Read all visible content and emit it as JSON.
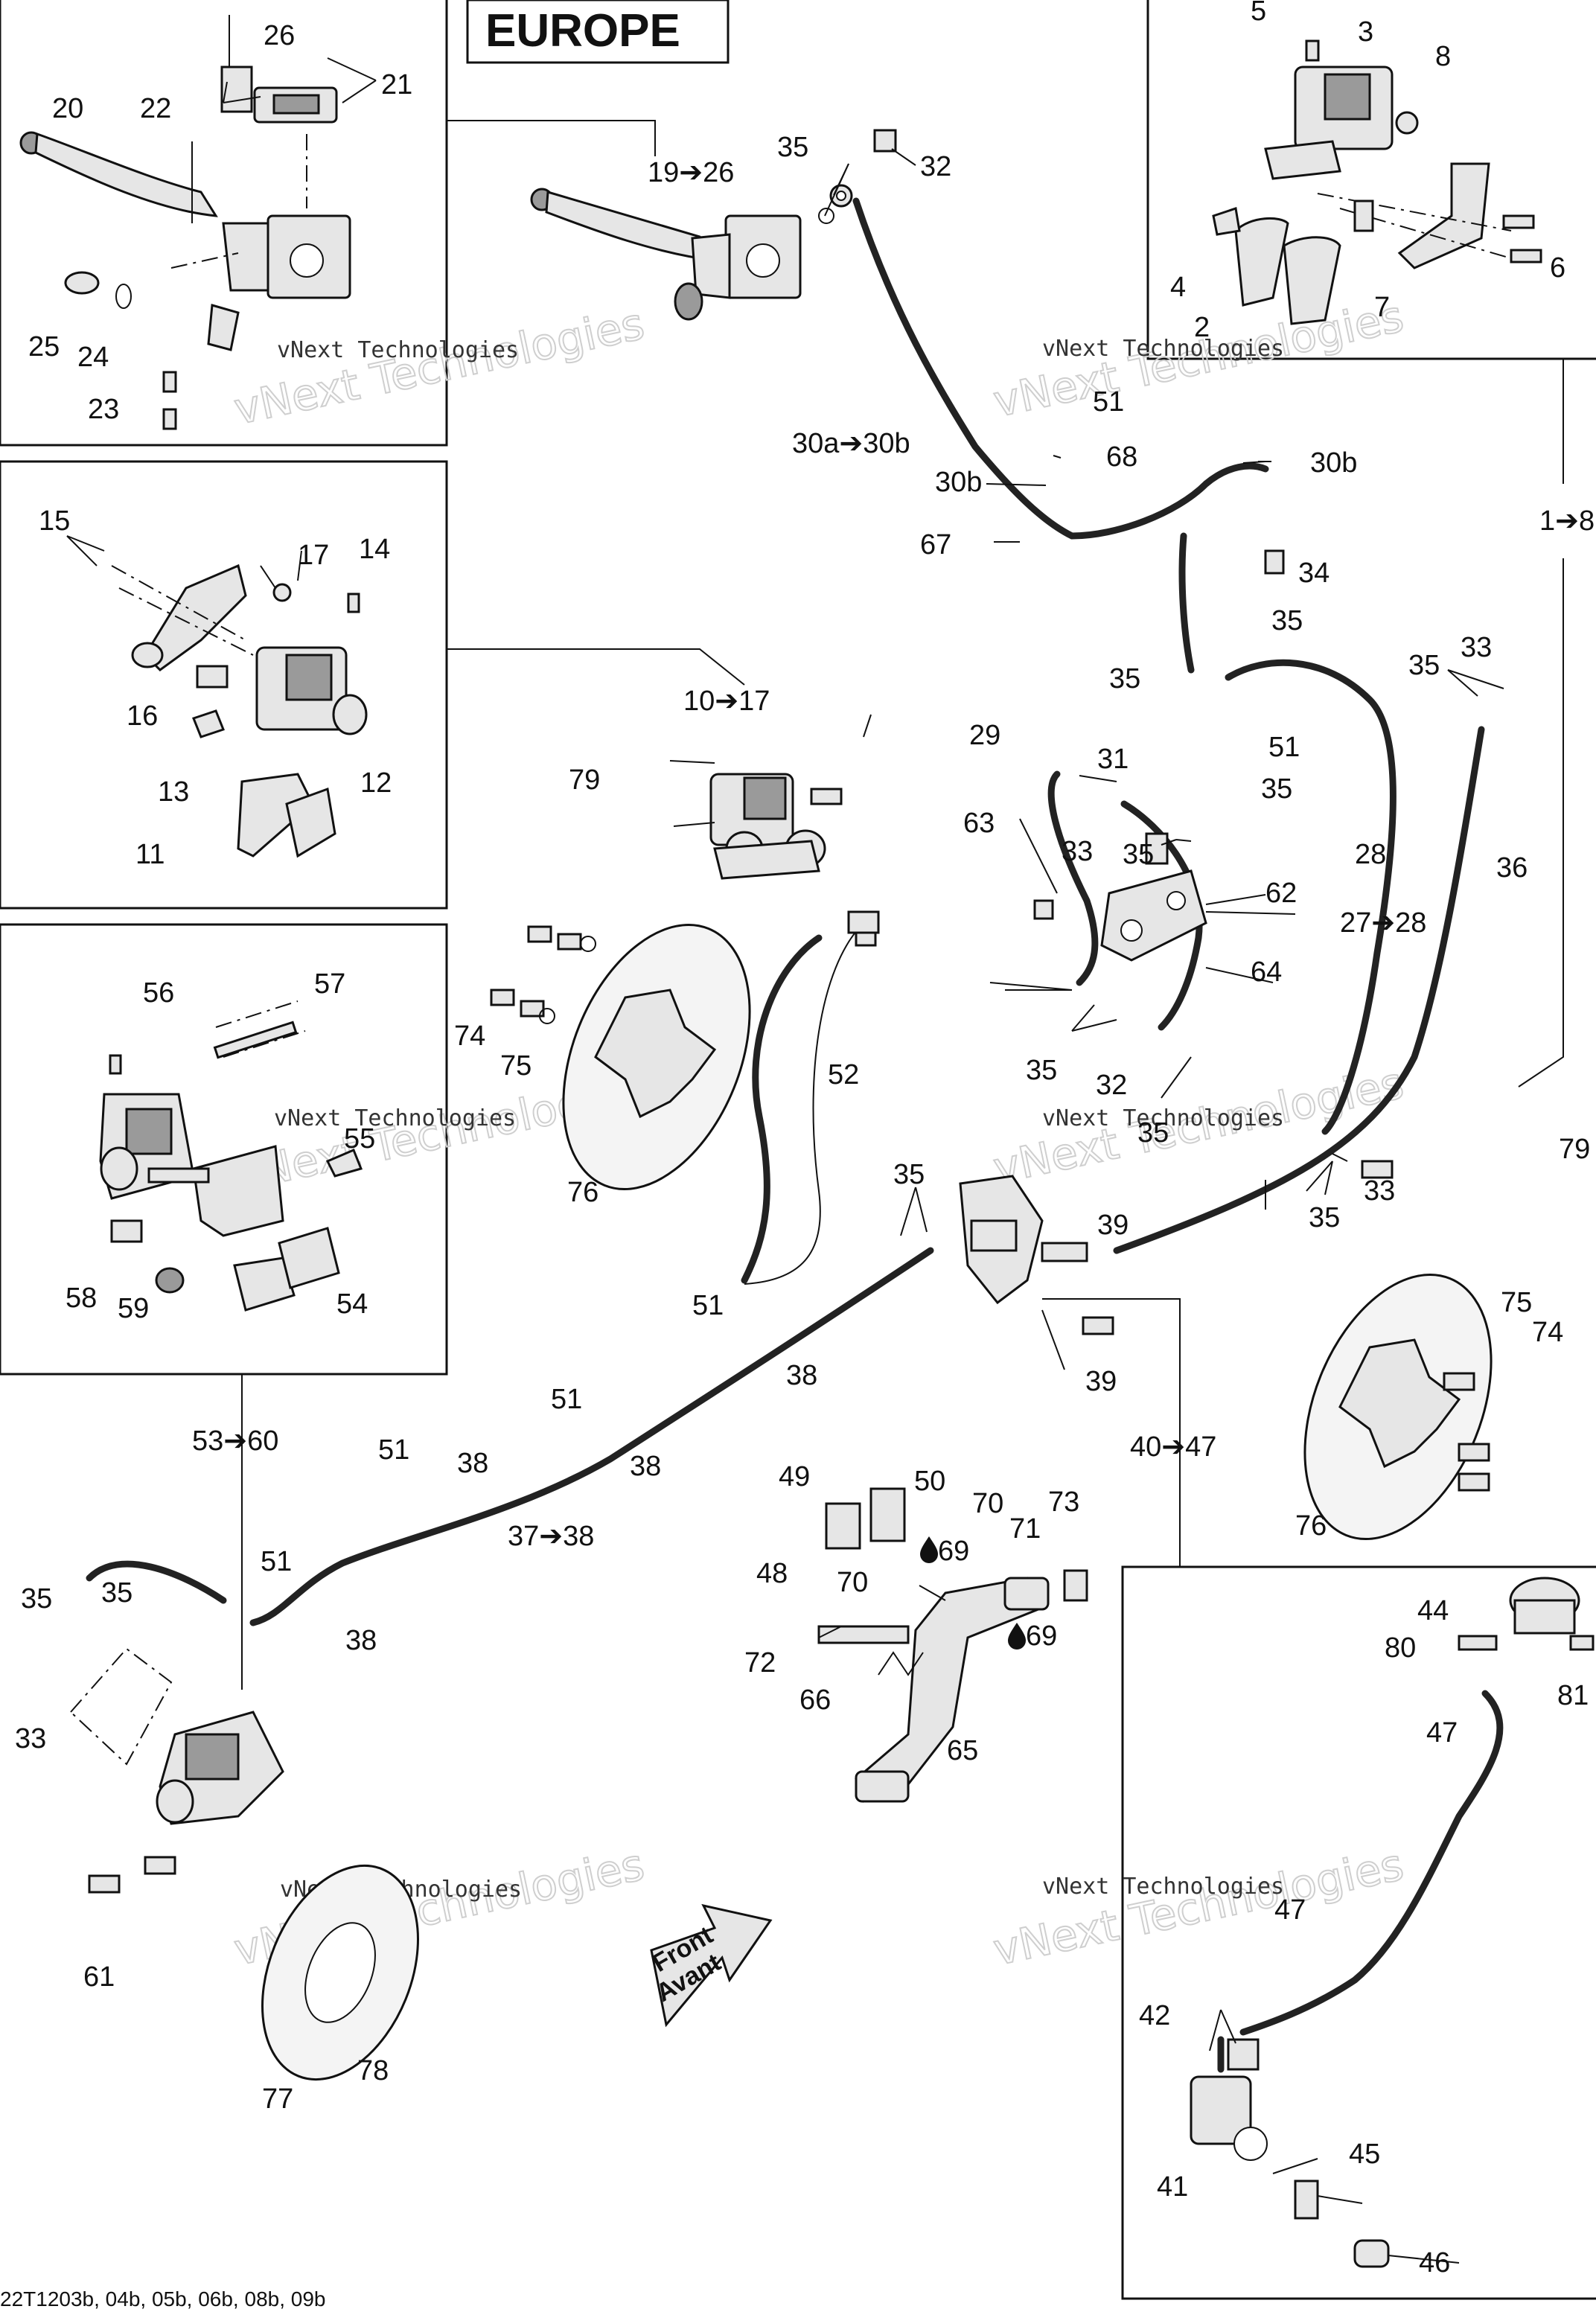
{
  "diagram": {
    "title": "EUROPE",
    "watermark_small": "vNext Technologies",
    "watermark_big": "vNext Technologies",
    "drawing_code": "22T1203b, 04b, 05b, 06b, 08b, 09b",
    "front_label_line1": "Front",
    "front_label_line2": "Avant",
    "drop_symbol": "drop-icon"
  },
  "callouts": {
    "c1_8": "1➔8",
    "c2": "2",
    "c3": "3",
    "c4": "4",
    "c5": "5",
    "c6": "6",
    "c7": "7",
    "c8": "8",
    "c10_17": "10➔17",
    "c11": "11",
    "c12": "12",
    "c13": "13",
    "c14": "14",
    "c15": "15",
    "c16": "16",
    "c17": "17",
    "c19_26": "19➔26",
    "c20": "20",
    "c21": "21",
    "c22": "22",
    "c23": "23",
    "c24": "24",
    "c25": "25",
    "c26": "26",
    "c27_28": "27➔28",
    "c28": "28",
    "c29": "29",
    "c30a_30b": "30a➔30b",
    "c30b": "30b",
    "c31": "31",
    "c32": "32",
    "c33": "33",
    "c34": "34",
    "c35": "35",
    "c36": "36",
    "c37_38": "37➔38",
    "c38": "38",
    "c39": "39",
    "c40_47": "40➔47",
    "c41": "41",
    "c42": "42",
    "c44": "44",
    "c45": "45",
    "c46": "46",
    "c47": "47",
    "c48": "48",
    "c49": "49",
    "c50": "50",
    "c51": "51",
    "c52": "52",
    "c53_60": "53➔60",
    "c54": "54",
    "c55": "55",
    "c56": "56",
    "c57": "57",
    "c58": "58",
    "c59": "59",
    "c61": "61",
    "c62": "62",
    "c63": "63",
    "c64": "64",
    "c65": "65",
    "c66": "66",
    "c67": "67",
    "c68": "68",
    "c69": "69",
    "c70": "70",
    "c71": "71",
    "c72": "72",
    "c73": "73",
    "c74": "74",
    "c75": "75",
    "c76": "76",
    "c77": "77",
    "c78": "78",
    "c79": "79",
    "c80": "80",
    "c81": "81"
  }
}
